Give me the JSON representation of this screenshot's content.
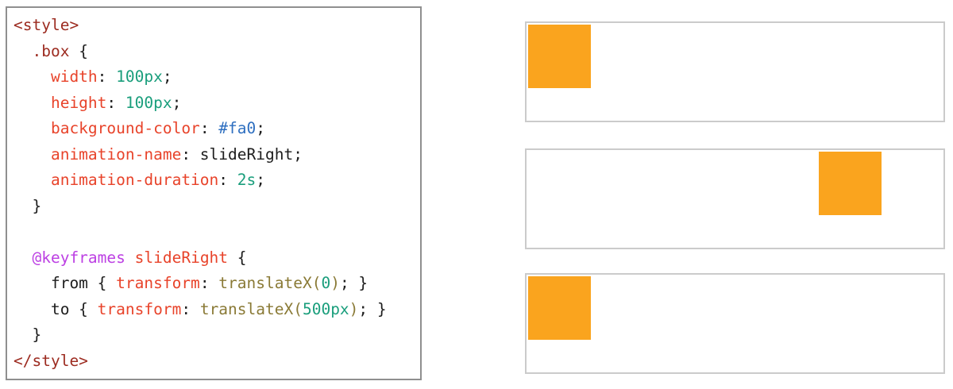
{
  "colors": {
    "box-orange": "#faa41e",
    "panel-border": "#cbcbcb",
    "code-border": "#8f8f8f",
    "token-tag": "#9c2b20",
    "token-prop": "#e8432a",
    "token-num": "#1a9e7c",
    "token-hex": "#2e6fc0",
    "token-at": "#bc3fe3",
    "token-fn": "#8a7a36",
    "token-plain": "#1d1d1d"
  },
  "code": {
    "language": "css",
    "lines": [
      [
        {
          "c": "tag",
          "t": "<style>"
        }
      ],
      [
        {
          "c": "tag",
          "t": "  .box"
        },
        {
          "c": "plain",
          "t": " {"
        }
      ],
      [
        {
          "c": "prop",
          "t": "    width"
        },
        {
          "c": "plain",
          "t": ": "
        },
        {
          "c": "num",
          "t": "100px"
        },
        {
          "c": "plain",
          "t": ";"
        }
      ],
      [
        {
          "c": "prop",
          "t": "    height"
        },
        {
          "c": "plain",
          "t": ": "
        },
        {
          "c": "num",
          "t": "100px"
        },
        {
          "c": "plain",
          "t": ";"
        }
      ],
      [
        {
          "c": "prop",
          "t": "    background-color"
        },
        {
          "c": "plain",
          "t": ": "
        },
        {
          "c": "hex",
          "t": "#fa0"
        },
        {
          "c": "plain",
          "t": ";"
        }
      ],
      [
        {
          "c": "prop",
          "t": "    animation-name"
        },
        {
          "c": "plain",
          "t": ": slideRight;"
        }
      ],
      [
        {
          "c": "prop",
          "t": "    animation-duration"
        },
        {
          "c": "plain",
          "t": ": "
        },
        {
          "c": "num",
          "t": "2s"
        },
        {
          "c": "plain",
          "t": ";"
        }
      ],
      [
        {
          "c": "plain",
          "t": "  }"
        }
      ],
      [],
      [
        {
          "c": "at",
          "t": "  @keyframes"
        },
        {
          "c": "plain",
          "t": " "
        },
        {
          "c": "prop",
          "t": "slideRight"
        },
        {
          "c": "plain",
          "t": " {"
        }
      ],
      [
        {
          "c": "plain",
          "t": "    from { "
        },
        {
          "c": "prop",
          "t": "transform"
        },
        {
          "c": "plain",
          "t": ": "
        },
        {
          "c": "fn",
          "t": "translateX("
        },
        {
          "c": "num",
          "t": "0"
        },
        {
          "c": "fn",
          "t": ")"
        },
        {
          "c": "plain",
          "t": "; }"
        }
      ],
      [
        {
          "c": "plain",
          "t": "    to { "
        },
        {
          "c": "prop",
          "t": "transform"
        },
        {
          "c": "plain",
          "t": ": "
        },
        {
          "c": "fn",
          "t": "translateX("
        },
        {
          "c": "num",
          "t": "500px"
        },
        {
          "c": "fn",
          "t": ")"
        },
        {
          "c": "plain",
          "t": "; }"
        }
      ],
      [
        {
          "c": "plain",
          "t": "  }"
        }
      ],
      [
        {
          "c": "tag",
          "t": "</style>"
        }
      ]
    ]
  },
  "demo": {
    "panels": [
      {
        "state": "animation-start",
        "box_style": "left:2px;top:2px"
      },
      {
        "state": "animation-middle",
        "box_style": "left:368px;top:2px"
      },
      {
        "state": "animation-end",
        "box_style": "left:2px;top:2px"
      }
    ]
  }
}
